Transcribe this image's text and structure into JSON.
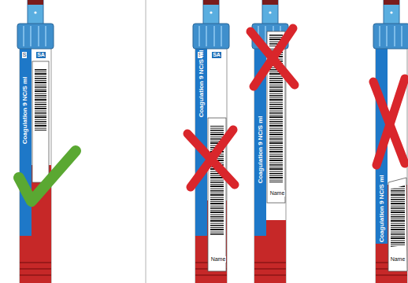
{
  "diagram": {
    "labels": [
      "S",
      "SA",
      "Coagulation 9 NC/S ml",
      "S",
      "SA",
      "Coagulation 9 NC/S ml",
      "Name",
      "Coagulation 9 NC/S ml",
      "Name",
      "Coagulation 9 NC/S ml",
      "Name"
    ]
  }
}
